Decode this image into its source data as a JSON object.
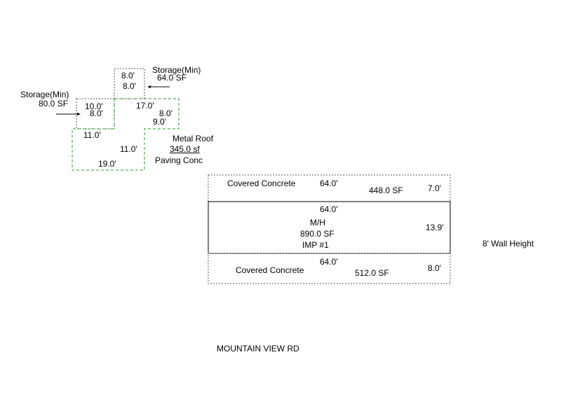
{
  "colors": {
    "outline_black": "#000000",
    "outline_dotted_gray": "#555555",
    "outline_green": "#2e9a2e"
  },
  "storage_small": {
    "title": "Storage(Min)",
    "area": "64.0 SF",
    "dim_top": "8.0'",
    "dim_side": "8.0'"
  },
  "storage_left": {
    "title": "Storage(Min)",
    "area": "80.0 SF",
    "dim_top": "10.0'",
    "dim_side": "8.0'"
  },
  "metal_roof": {
    "title": "Metal Roof",
    "area": "345.0 sf",
    "subtitle": "Paving Conc",
    "dim_top_right": "17.0'",
    "dim_right_side": "8.0'",
    "dim_right_bottom": "9.0'",
    "dim_left_top": "11.0'",
    "dim_mid": "11.0'",
    "dim_bottom": "19.0'"
  },
  "covered_concrete_top": {
    "label": "Covered Concrete",
    "width": "64.0'",
    "area": "448.0 SF",
    "depth": "7.0'"
  },
  "mobile_home": {
    "width": "64.0'",
    "label": "M/H",
    "area": "890.0 SF",
    "improvement": "IMP #1",
    "depth": "13.9'"
  },
  "covered_concrete_bottom": {
    "label": "Covered Concrete",
    "width": "64.0'",
    "area": "512.0 SF",
    "depth": "8.0'"
  },
  "wall_height": "8' Wall Height",
  "street": "MOUNTAIN VIEW RD"
}
